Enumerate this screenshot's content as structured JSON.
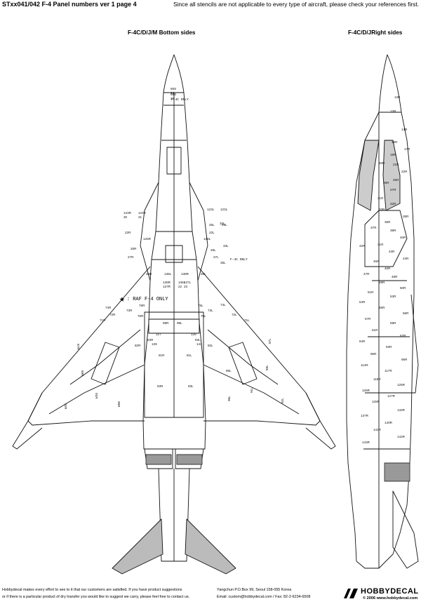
{
  "header": {
    "title": "STxx041/042 F-4 Panel numbers ver 1 page 4",
    "note": "Since all stencils are not applicable to every type of aircraft, please check your references first."
  },
  "views": {
    "bottom_caption": "F-4C/D/J/M Bottom sides",
    "right_caption": "F-4C/D/JRight sides"
  },
  "annotations": {
    "raf_star": "★",
    "raf_text": ": RAF F-4 ONLY",
    "f4c_only_nose": "F-4C ONLY",
    "f4c_only_wing": "F-4C ONLY"
  },
  "bottom_panels": [
    "66S",
    "68S",
    "123R",
    "123R",
    "123L",
    "123L",
    "22R",
    "22L",
    "25L",
    "25L",
    "26R",
    "27R",
    "26L",
    "27L",
    "36R",
    "36L",
    "32L",
    "33L",
    "35L",
    "74R",
    "74L",
    "73R",
    "73L",
    "72R",
    "72L",
    "71R",
    "71L",
    "75R",
    "75L",
    "76R",
    "76L",
    "81R",
    "81L",
    "82R",
    "82L",
    "83R",
    "83L",
    "87R",
    "87L",
    "89R",
    "89L",
    "88L",
    "91R",
    "91L",
    "92R",
    "92L",
    "93R",
    "93L",
    "96R",
    "96L",
    "99R",
    "99L",
    "127",
    "128",
    "138R",
    "138L",
    "139",
    "143",
    "126L",
    "126R",
    "136R",
    "136L",
    "137L",
    "137R",
    "22",
    "23",
    "24",
    "29",
    "30",
    "31"
  ],
  "side_panels": [
    "12R",
    "13R",
    "14R",
    "16R",
    "17R",
    "19R",
    "20R",
    "21R",
    "22R",
    "25R",
    "26R",
    "27R",
    "31R",
    "32R",
    "33R",
    "35R",
    "36R",
    "37R",
    "39R",
    "40R",
    "41R",
    "42R",
    "43R",
    "44R",
    "45R",
    "46R",
    "47R",
    "48R",
    "49R",
    "50R",
    "51R",
    "53R",
    "54R",
    "55R",
    "56R",
    "57R",
    "59R",
    "61R",
    "62R",
    "64R",
    "93R",
    "95R",
    "96R",
    "114R",
    "117R",
    "118R",
    "125R",
    "126R",
    "127R",
    "128R",
    "132R",
    "137R",
    "140R",
    "141R",
    "142R",
    "143R"
  ],
  "footer": {
    "disclaimer_1": "Hobbydecal makes every effort to see to it that our customers are satisfied. If you have product suggestions",
    "disclaimer_2": "or if there is a particular product of dry transfer you would like to suggest we carry, please feel free to contact us.",
    "address": "Yangchun P.O.Box 99, Seoul 158-055 Korea",
    "contact": "Email: custom@hobbydecal.com / Fax: 82-2-6234-6508",
    "brand": "HOBBYDECAL",
    "copyright": "© 2006 www.hobbydecal.com"
  }
}
